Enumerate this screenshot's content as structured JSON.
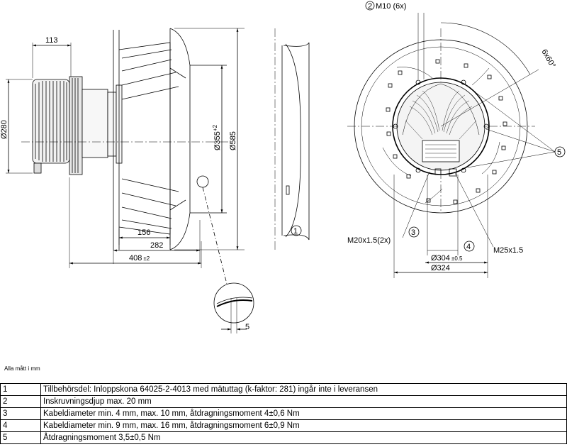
{
  "side_view": {
    "dim_113": "113",
    "dim_280": "Ø280",
    "dim_355": "Ø355",
    "dim_355_tol": "+2",
    "dim_585": "Ø585",
    "dim_156": "156",
    "dim_282": "282",
    "dim_408": "408",
    "dim_408_tol": "±2",
    "dim_5": "5"
  },
  "inlet_view": {
    "callout_1": "1"
  },
  "front_view": {
    "callout_2": "2",
    "m10_label": "M10 (6x)",
    "angle_label": "6x60°",
    "callout_5": "5",
    "callout_3": "3",
    "callout_4": "4",
    "m20_label": "M20x1.5(2x)",
    "m25_label": "M25x1.5",
    "dim_304": "Ø304",
    "dim_304_tol": "±0.5",
    "dim_324": "Ø324"
  },
  "units_note": "Alla mått i mm",
  "legend": [
    {
      "num": "1",
      "text": "Tillbehörsdel: Inloppskona 64025-2-4013 med mätuttag (k-faktor: 281) ingår inte i leveransen"
    },
    {
      "num": "2",
      "text": "Inskruvningsdjup max. 20 mm"
    },
    {
      "num": "3",
      "text": "Kabeldiameter min. 4 mm, max. 10 mm, åtdragningsmoment 4±0,6 Nm"
    },
    {
      "num": "4",
      "text": "Kabeldiameter min. 9 mm, max. 16 mm, åtdragningsmoment 6±0,9 Nm"
    },
    {
      "num": "5",
      "text": "Åtdragningsmoment 3,5±0,5 Nm"
    }
  ]
}
